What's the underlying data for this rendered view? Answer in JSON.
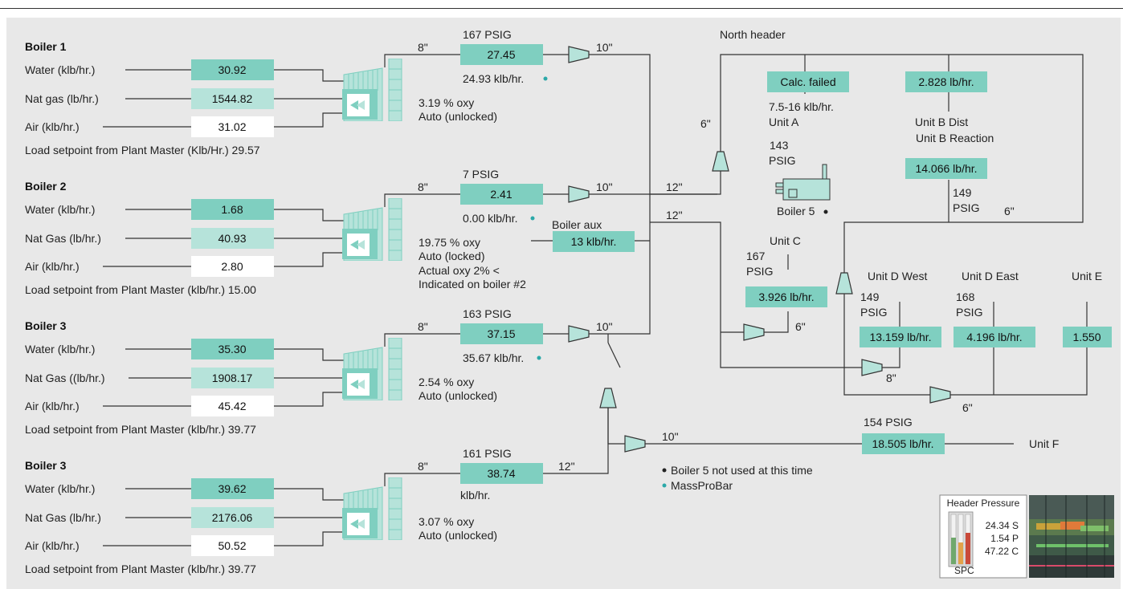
{
  "colors": {
    "teal_dark": "#7fcfc0",
    "teal_light": "#b6e3da",
    "white_box": "#ffffff",
    "panel": "#e8e8e8",
    "dot": "#2ba8a8"
  },
  "boilers": [
    {
      "title": "Boiler 1",
      "water_label": "Water (klb/hr.)",
      "water_value": "30.92",
      "gas_label": "Nat gas (lb/hr.)",
      "gas_value": "1544.82",
      "air_label": "Air (klb/hr.)",
      "air_value": "31.02",
      "load_setpoint": "Load setpoint from Plant Master (Klb/Hr.) 29.57",
      "pipe_in": "8\"",
      "psig": "167 PSIG",
      "flow_value": "27.45",
      "flow_note": "24.93 klb/hr.",
      "flow_dot": true,
      "pipe_out": "10\"",
      "oxy": "3.19 % oxy",
      "mode": "Auto (unlocked)"
    },
    {
      "title": "Boiler 2",
      "water_label": "Water (klb/hr.)",
      "water_value": "1.68",
      "gas_label": "Nat Gas (lb/hr.)",
      "gas_value": "40.93",
      "air_label": "Air (klb/hr.)",
      "air_value": "2.80",
      "load_setpoint": "Load setpoint from Plant Master (klb/hr.) 15.00",
      "pipe_in": "8\"",
      "psig": "7 PSIG",
      "flow_value": "2.41",
      "flow_note": "0.00 klb/hr.",
      "flow_dot": true,
      "pipe_out": "10\"",
      "oxy": "19.75 % oxy",
      "mode": "Auto (locked)",
      "note1": "Actual oxy 2% <",
      "note2": "Indicated on boiler #2"
    },
    {
      "title": "Boiler 3",
      "water_label": "Water (klb/hr.)",
      "water_value": "35.30",
      "gas_label": "Nat Gas ((lb/hr.)",
      "gas_value": "1908.17",
      "air_label": "Air (klb/hr.)",
      "air_value": "45.42",
      "load_setpoint": "Load setpoint from Plant Master (klb/hr.) 39.77",
      "pipe_in": "8\"",
      "psig": "163 PSIG",
      "flow_value": "37.15",
      "flow_note": "35.67 klb/hr.",
      "flow_dot": true,
      "pipe_out": "10\"",
      "oxy": "2.54 % oxy",
      "mode": "Auto (unlocked)"
    },
    {
      "title": "Boiler 3",
      "water_label": "Water (klb/hr.)",
      "water_value": "39.62",
      "gas_label": "Nat Gas (lb/hr.)",
      "gas_value": "2176.06",
      "air_label": "Air (klb/hr.)",
      "air_value": "50.52",
      "load_setpoint": "Load setpoint from Plant Master (klb/hr.) 39.77",
      "pipe_in": "8\"",
      "psig": "161 PSIG",
      "flow_value": "38.74",
      "flow_note": "klb/hr.",
      "flow_dot": false,
      "pipe_out": "12\"",
      "oxy": "3.07 % oxy",
      "mode": "Auto (unlocked)"
    }
  ],
  "header": {
    "north_header": "North header",
    "pipe_12a": "12\"",
    "pipe_12b": "12\"",
    "pipe_6_left": "6\"",
    "boiler_aux_label": "Boiler aux",
    "boiler_aux_value": "13 klb/hr.",
    "pipe_10_main": "10\"",
    "unit_a_value": "Calc. failed",
    "unit_a_range": "7.5-16 klb/hr.",
    "unit_a_name": "Unit A",
    "unit_a_psig_num": "143",
    "unit_a_psig": "PSIG",
    "boiler5_label": "Boiler 5",
    "unit_b_dist_value": "2.828 lb/hr.",
    "unit_b_dist": "Unit B Dist",
    "unit_b_reaction": "Unit B Reaction",
    "unit_b_reaction_value": "14.066 lb/hr.",
    "unit_b_psig_num": "149",
    "unit_b_psig": "PSIG",
    "pipe_6_right": "6\"",
    "unit_c_name": "Unit C",
    "unit_c_psig_num": "167",
    "unit_c_psig": "PSIG",
    "unit_c_value": "3.926 lb/hr.",
    "pipe_6_c": "6\"",
    "unit_d_west": "Unit D West",
    "unit_d_west_psig_num": "149",
    "unit_d_west_psig": "PSIG",
    "unit_d_west_value": "13.159 lb/hr.",
    "unit_d_east": "Unit D East",
    "unit_d_east_psig_num": "168",
    "unit_d_east_psig": "PSIG",
    "unit_d_east_value": "4.196 lb/hr.",
    "unit_e": "Unit E",
    "unit_e_value": "1.550",
    "pipe_8_d": "8\"",
    "pipe_6_d": "6\"",
    "unit_f_psig": "154 PSIG",
    "unit_f_value": "18.505 lb/hr.",
    "unit_f": "Unit F"
  },
  "legend": {
    "black_dot": "Boiler 5 not used at this time",
    "teal_dot": "MassProBar"
  },
  "inset": {
    "title": "Header Pressure",
    "s_value": "24.34 S",
    "p_value": "1.54 P",
    "c_value": "47.22 C",
    "spc_label": "SPC"
  }
}
